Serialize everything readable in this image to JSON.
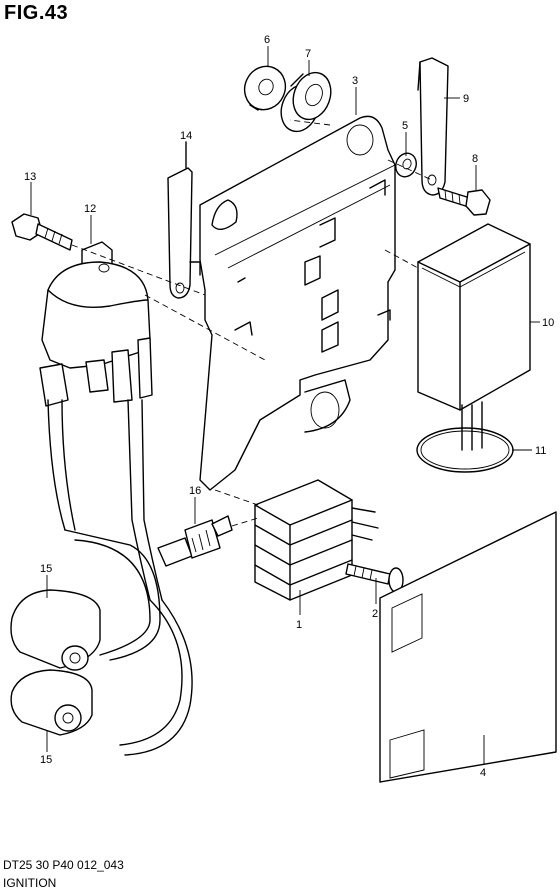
{
  "figure": {
    "title": "FIG.43",
    "code": "DT25 30 P40 012_043",
    "caption": "IGNITION"
  },
  "callouts": [
    {
      "id": "c1",
      "label": "1",
      "part": "rectifier-regulator"
    },
    {
      "id": "c2",
      "label": "2",
      "part": "screw"
    },
    {
      "id": "c3",
      "label": "3",
      "part": "mounting-bracket"
    },
    {
      "id": "c4",
      "label": "4",
      "part": "insulator-sheet"
    },
    {
      "id": "c5",
      "label": "5",
      "part": "washer"
    },
    {
      "id": "c6",
      "label": "6",
      "part": "collar"
    },
    {
      "id": "c7",
      "label": "7",
      "part": "grommet"
    },
    {
      "id": "c8",
      "label": "8",
      "part": "bolt"
    },
    {
      "id": "c9",
      "label": "9",
      "part": "clamp"
    },
    {
      "id": "c10",
      "label": "10",
      "part": "cdi-unit"
    },
    {
      "id": "c11",
      "label": "11",
      "part": "band"
    },
    {
      "id": "c12",
      "label": "12",
      "part": "ignition-coil"
    },
    {
      "id": "c13",
      "label": "13",
      "part": "bolt"
    },
    {
      "id": "c14",
      "label": "14",
      "part": "clamp"
    },
    {
      "id": "c15a",
      "label": "15",
      "part": "spark-plug-cap"
    },
    {
      "id": "c15b",
      "label": "15",
      "part": "spark-plug-cap"
    },
    {
      "id": "c16",
      "label": "16",
      "part": "spark-plug"
    }
  ]
}
